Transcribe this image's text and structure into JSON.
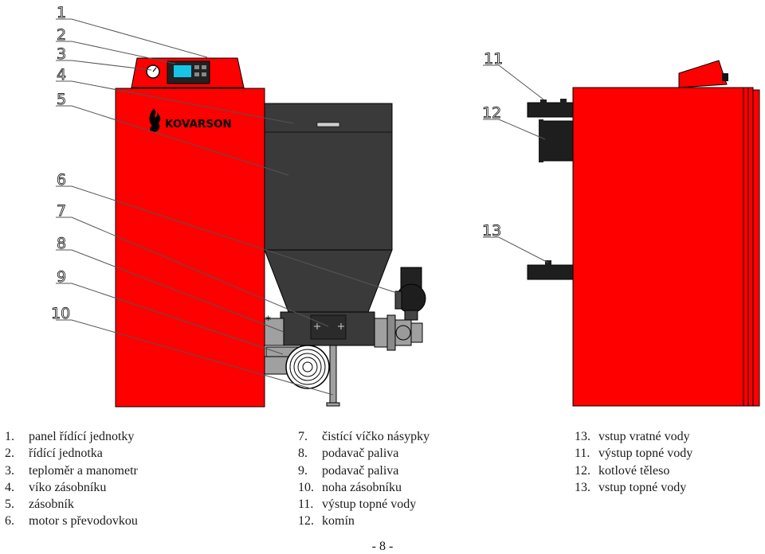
{
  "brand": {
    "logo_text": "KOVARSON"
  },
  "callouts": {
    "n1": "1",
    "n2": "2",
    "n3": "3",
    "n4": "4",
    "n5": "5",
    "n6": "6",
    "n7": "7",
    "n8": "8",
    "n9": "9",
    "n10": "10",
    "n11": "11",
    "n12": "12",
    "n13": "13"
  },
  "legend": {
    "col1": [
      {
        "num": "1.",
        "text": "panel řídící jednotky"
      },
      {
        "num": "2.",
        "text": "řídící jednotka"
      },
      {
        "num": "3.",
        "text": "teploměr a manometr"
      },
      {
        "num": "4.",
        "text": "víko zásobníku"
      },
      {
        "num": "5.",
        "text": "zásobník"
      },
      {
        "num": "6.",
        "text": "motor s převodovkou"
      }
    ],
    "col2": [
      {
        "num": "7.",
        "text": "čistící víčko násypky"
      },
      {
        "num": "8.",
        "text": "podavač paliva"
      },
      {
        "num": "9.",
        "text": "podavač paliva"
      },
      {
        "num": "10.",
        "text": "noha zásobníku"
      },
      {
        "num": "11.",
        "text": "výstup topné vody"
      },
      {
        "num": "12.",
        "text": "komín"
      }
    ],
    "col3": [
      {
        "num": "13.",
        "text": "vstup vratné vody"
      },
      {
        "num": "11.",
        "text": "výstup topné vody"
      },
      {
        "num": "12.",
        "text": "kotlové těleso"
      },
      {
        "num": "13.",
        "text": "vstup topné vody"
      }
    ]
  },
  "page_number": "- 8 -",
  "colors": {
    "boiler_red": "#ff0000",
    "hopper_dark": "#3a3a3a",
    "metal_grey": "#9a9a9a",
    "outline": "#000000"
  },
  "icons": {
    "logo": "flame-logo-icon",
    "gauge": "gauge-icon",
    "display": "lcd-display-icon"
  }
}
